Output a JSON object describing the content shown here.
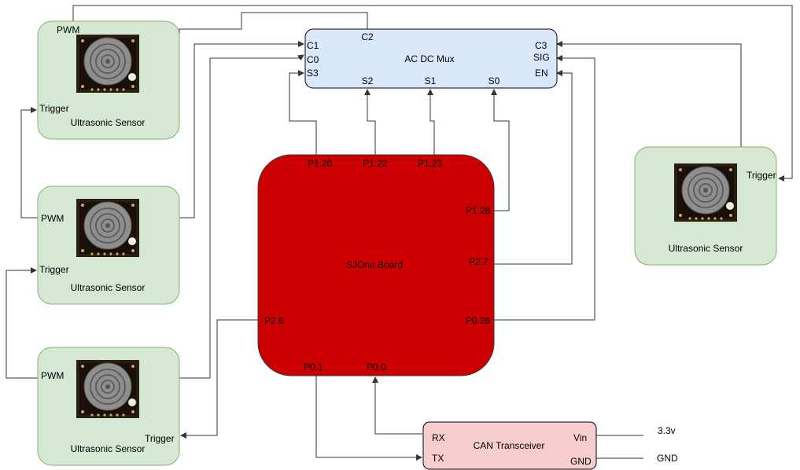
{
  "sensors": [
    {
      "title": "Ultrasonic Sensor",
      "pwm": "PWM",
      "trigger": "Trigger"
    },
    {
      "title": "Ultrasonic Sensor",
      "pwm": "PWM",
      "trigger": "Trigger"
    },
    {
      "title": "Ultrasonic Sensor",
      "pwm": "PWM",
      "trigger": "Trigger"
    },
    {
      "title": "Ultrasonic Sensor",
      "trigger": "Trigger"
    }
  ],
  "mux": {
    "title": "AC DC Mux",
    "pins": {
      "c1": "C1",
      "c0": "C0",
      "s3": "S3",
      "c2": "C2",
      "s2": "S2",
      "s1": "S1",
      "s0": "S0",
      "c3": "C3",
      "sig": "SIG",
      "en": "EN"
    }
  },
  "board": {
    "title": "SJOne Board",
    "pins": {
      "p120": "P1.20",
      "p122": "P1.22",
      "p123": "P1.23",
      "p128": "P1.28",
      "p27": "P2.7",
      "p26": "P2.6",
      "p026": "P0.26",
      "p01": "P0.1",
      "p00": "P0.0"
    }
  },
  "can": {
    "title": "CAN Transceiver",
    "pins": {
      "rx": "RX",
      "tx": "TX",
      "vin": "Vin",
      "gnd": "GND"
    }
  },
  "power": {
    "v33": "3.3v",
    "gnd": "GND"
  },
  "colors": {
    "sensor_fill": "#d5e8d4",
    "sensor_stroke": "#82b366",
    "mux_fill": "#dae8fc",
    "mux_stroke": "#000000",
    "board_fill": "#cc0000",
    "board_stroke": "#36393d",
    "can_fill": "#f8cecc",
    "can_stroke": "#000000",
    "wire": "#333333"
  }
}
